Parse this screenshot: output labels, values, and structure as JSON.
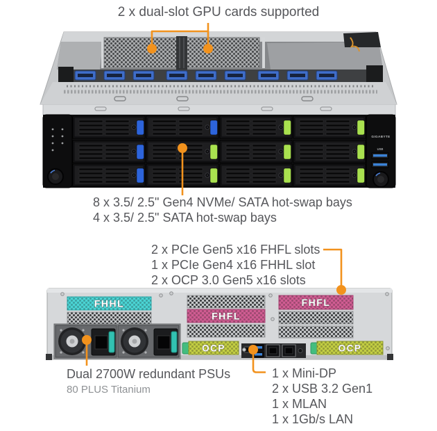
{
  "colors": {
    "accent": "#F2921D",
    "text_dark": "#55565A",
    "text_light": "#8F9295",
    "latch_blue": "#2D64DB",
    "latch_green": "#A9E14F",
    "slot_cyan": "#4AD4D4",
    "slot_pink": "#D05C92",
    "slot_ocp": "#C3CE42",
    "tab_green": "#43BD7F",
    "psu_teal": "#32C2B2",
    "usb_blue": "#3B82D6"
  },
  "callouts": {
    "gpu": "2 x dual-slot GPU cards supported",
    "bays_line1": "8 x 3.5/ 2.5\" Gen4 NVMe/ SATA hot-swap bays",
    "bays_line2": "4 x 3.5/ 2.5\" SATA hot-swap bays",
    "pcie_line1": "2 x PCIe Gen5 x16 FHFL slots",
    "pcie_line2": "1 x PCIe Gen4 x16 FHHL slot",
    "pcie_line3": "2 x OCP 3.0 Gen5 x16 slots",
    "psu_line1": "Dual 2700W redundant PSUs",
    "psu_line2": "80 PLUS Titanium",
    "io_line1": "1 x Mini-DP",
    "io_line2": "2 x USB 3.2 Gen1",
    "io_line3": "1 x MLAN",
    "io_line4": "1 x 1Gb/s LAN"
  },
  "front_view": {
    "brand": "GIGABYTE",
    "usb": "USB",
    "bay_latch_colors": [
      "#2D64DB",
      "#2D64DB",
      "#A9E14F",
      "#A9E14F",
      "#2D64DB",
      "#A9E14F",
      "#A9E14F",
      "#A9E14F",
      "#2D64DB",
      "#A9E14F",
      "#A9E14F",
      "#A9E14F"
    ]
  },
  "rear_view": {
    "labels": {
      "fhhl": "FHHL",
      "fhfl": "FHFL",
      "ocp": "OCP"
    }
  }
}
